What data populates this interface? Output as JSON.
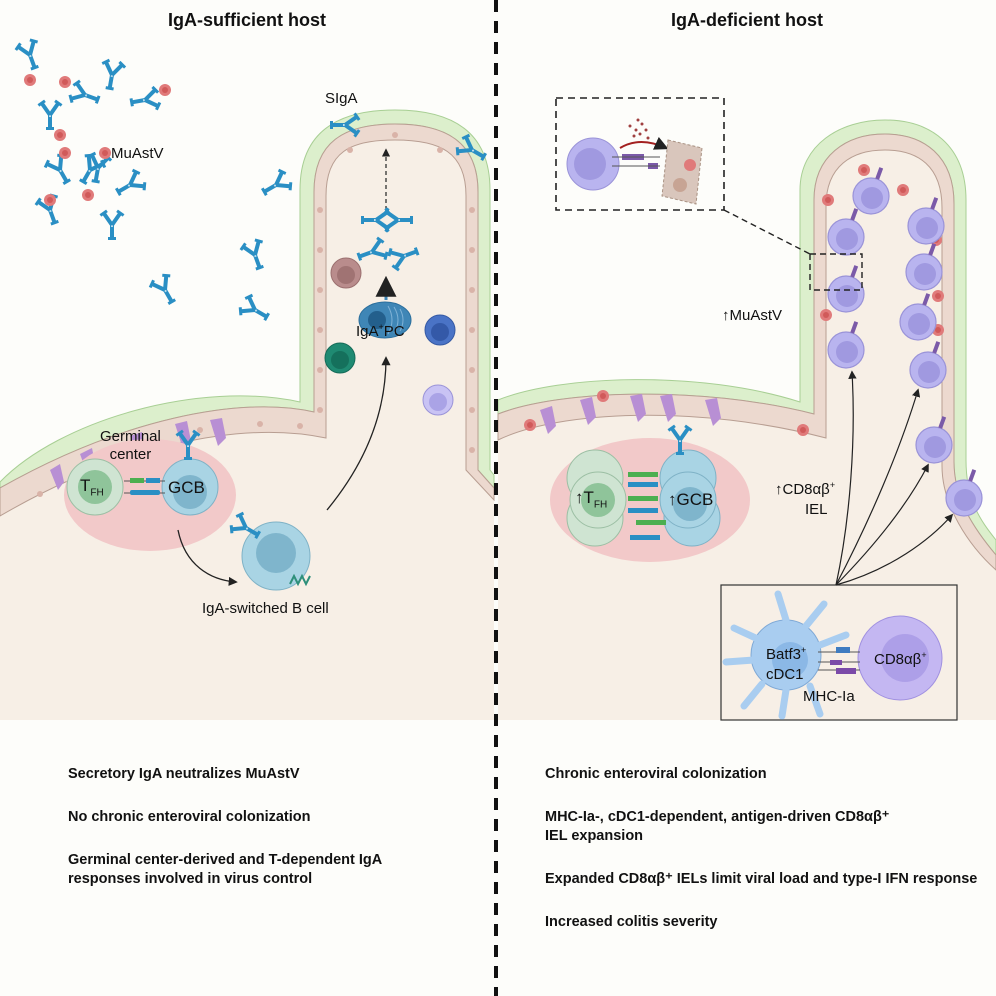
{
  "left_panel": {
    "title": "IgA-sufficient host",
    "labels": {
      "virus": "MuAstV",
      "siga": "SIgA",
      "plasma_cell": "IgA",
      "plasma_cell_sup": "+",
      "plasma_cell_suffix": "PC",
      "germinal_line1": "Germinal",
      "germinal_line2": "center",
      "tfh": "T",
      "tfh_sub": "FH",
      "gcb": "GCB",
      "switched_b": "IgA-switched B cell"
    },
    "summary": [
      "Secretory IgA neutralizes MuAstV",
      "No chronic enteroviral colonization",
      "Germinal center-derived and T-dependent IgA responses involved in virus control"
    ]
  },
  "right_panel": {
    "title": "IgA-deficient host",
    "labels": {
      "virus_up_arrow": "↑",
      "virus": "MuAstV",
      "tfh_arrow": "↑",
      "tfh": "T",
      "tfh_sub": "FH",
      "gcb_arrow": "↑",
      "gcb": "GCB",
      "iel_arrow": "↑",
      "iel_line1": "CD8αβ",
      "iel_sup": "+",
      "iel_line2": "IEL",
      "batf3": "Batf3",
      "batf3_sup": "+",
      "cdc1": "cDC1",
      "cd8": "CD8αβ",
      "cd8_sup": "+",
      "mhc": "MHC-Ia"
    },
    "summary": [
      "Chronic enteroviral colonization",
      "MHC-Ia-, cDC1-dependent, antigen-driven CD8αβ⁺ IEL expansion",
      "Expanded CD8αβ⁺ IELs limit viral load and type-I IFN response",
      "Increased colitis severity"
    ]
  },
  "colors": {
    "tissue": "#f7efe6",
    "mucus": "#dcefcc",
    "epithelium": "#ecd9cf",
    "goblet": "#b88fd4",
    "antibody": "#2a8fc4",
    "virus": "#e07a7a",
    "germinal_center": "#f2c9c9",
    "tfh": "#cfe4d2",
    "gcb": "#a9d4e4",
    "iel": "#b9b4ef",
    "cdc1": "#a9cdf0"
  }
}
